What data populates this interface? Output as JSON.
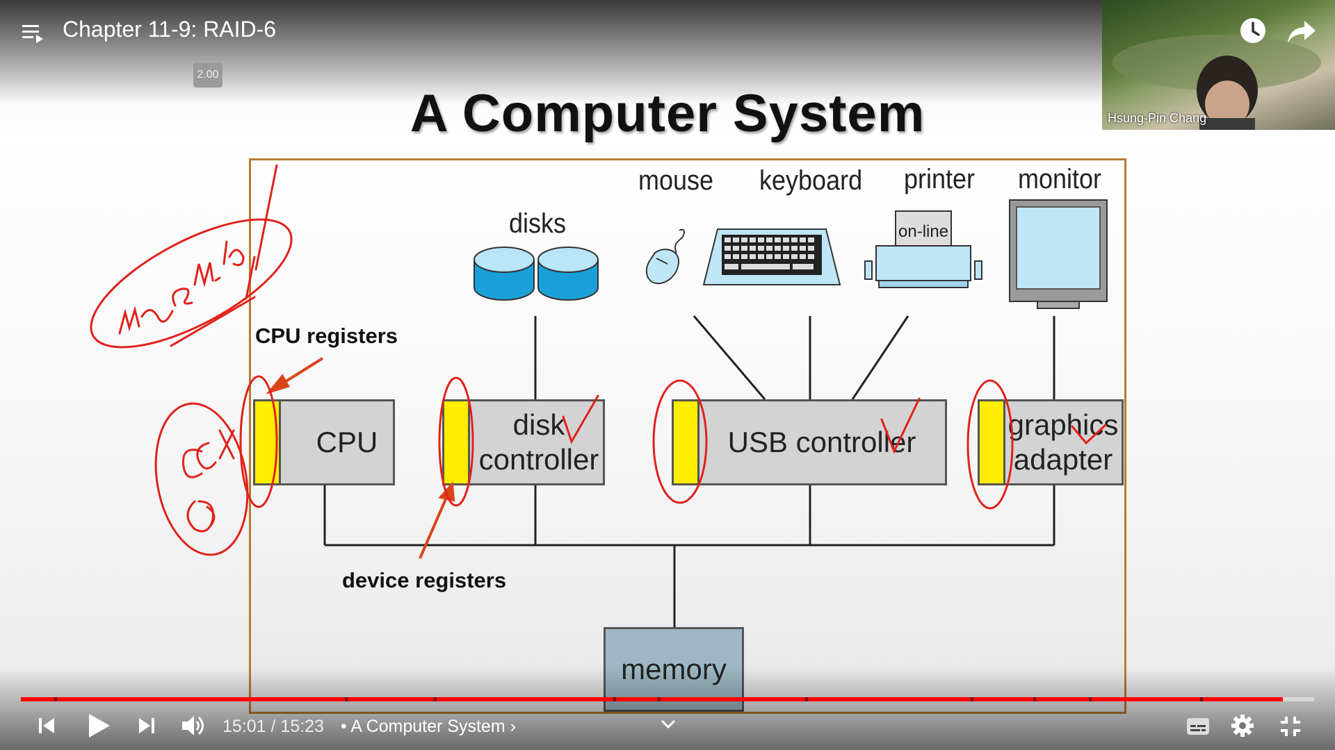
{
  "player": {
    "title": "Chapter 11-9: RAID-6",
    "speed": "2.00",
    "time_current": "15:01",
    "time_separator": "/",
    "time_total": "15:23",
    "chapter_bullet": "•",
    "chapter_title": "A Computer System",
    "chapter_chevron": "›",
    "progress_fraction": 0.976,
    "accent_color": "#ff0000"
  },
  "webcam": {
    "name": "Hsung-Pin Chang"
  },
  "slide": {
    "title": "A Computer System",
    "devices": {
      "disks": "disks",
      "mouse": "mouse",
      "keyboard": "keyboard",
      "printer": "printer",
      "printer_panel": "on-line",
      "monitor": "monitor"
    },
    "controllers": {
      "cpu": "CPU",
      "disk_line1": "disk",
      "disk_line2": "controller",
      "usb": "USB controller",
      "graphics_line1": "graphics",
      "graphics_line2": "adapter",
      "memory": "memory"
    },
    "labels": {
      "cpu_registers": "CPU registers",
      "device_registers": "device registers"
    },
    "register_color": "#ffee00",
    "annotation_color": "#e0211a"
  }
}
